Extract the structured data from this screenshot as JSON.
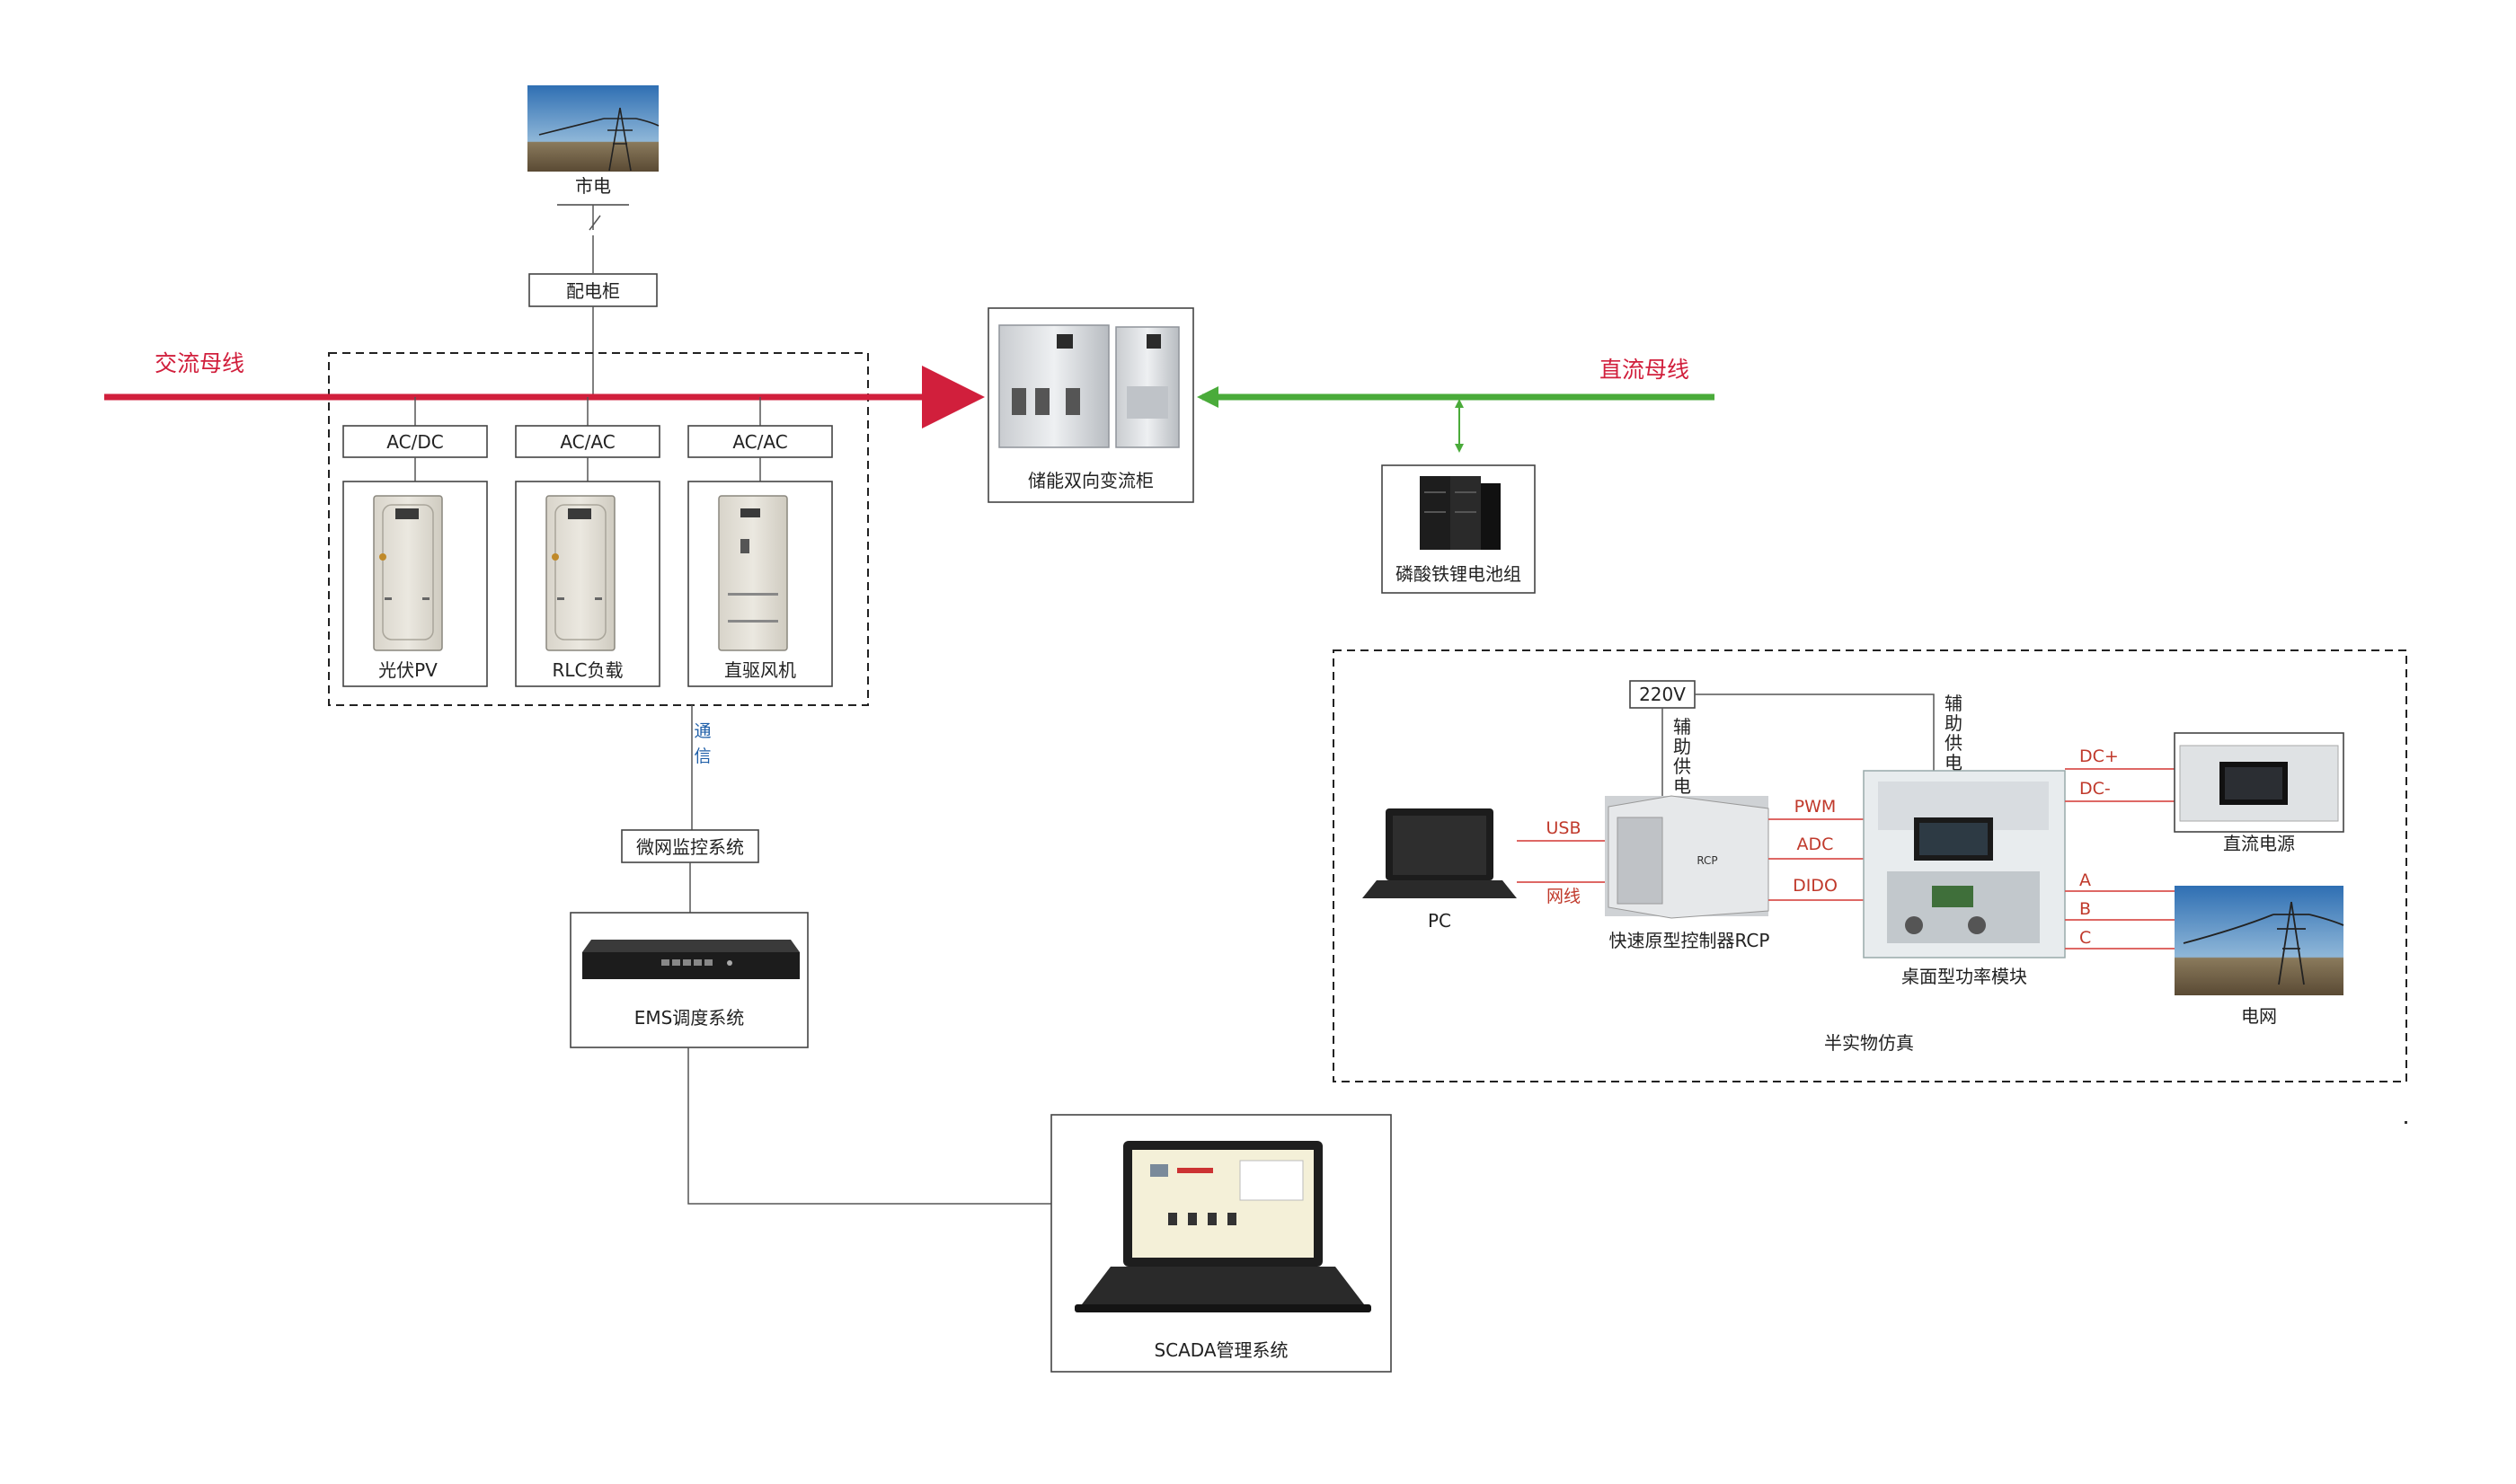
{
  "labels": {
    "mains": "市电",
    "distribution_cabinet": "配电柜",
    "ac_bus": "交流母线",
    "dc_bus": "直流母线",
    "pcs": "储能双向变流柜",
    "battery": "磷酸铁锂电池组",
    "converters": [
      "AC/DC",
      "AC/AC",
      "AC/AC"
    ],
    "devices": [
      "光伏PV",
      "RLC负载",
      "直驱风机"
    ],
    "comm_chars": [
      "通",
      "信"
    ],
    "microgrid_monitor": "微网监控系统",
    "ems": "EMS调度系统",
    "scada": "SCADA管理系统",
    "hil": {
      "title": "半实物仿真",
      "v220": "220V",
      "aux1": [
        "辅",
        "助",
        "供",
        "电"
      ],
      "aux2": [
        "辅",
        "助",
        "供",
        "电"
      ],
      "pc": "PC",
      "usb": "USB",
      "net": "网线",
      "rcp": "快速原型控制器RCP",
      "pwm": "PWM",
      "adc": "ADC",
      "dido": "DIDO",
      "power_module": "桌面型功率模块",
      "dc_plus": "DC+",
      "dc_minus": "DC-",
      "dc_source": "直流电源",
      "phase_a": "A",
      "phase_b": "B",
      "phase_c": "C",
      "grid": "电网"
    }
  },
  "colors": {
    "ac_bus": "#d11f3c",
    "dc_bus": "#4aab3a",
    "signal_lines": "#d9534f",
    "comm_text": "#1f5fa8"
  },
  "icons": {
    "mains": "transmission-tower-photo",
    "pcs": "inverter-cabinet-icon",
    "battery": "battery-rack-icon",
    "cabinets": "electrical-cabinet-icon",
    "router": "router-icon",
    "laptop": "laptop-icon",
    "rcp": "rcp-controller-icon",
    "power_module": "power-module-icon",
    "dc_source": "dc-power-supply-icon",
    "grid": "transmission-tower-photo"
  }
}
